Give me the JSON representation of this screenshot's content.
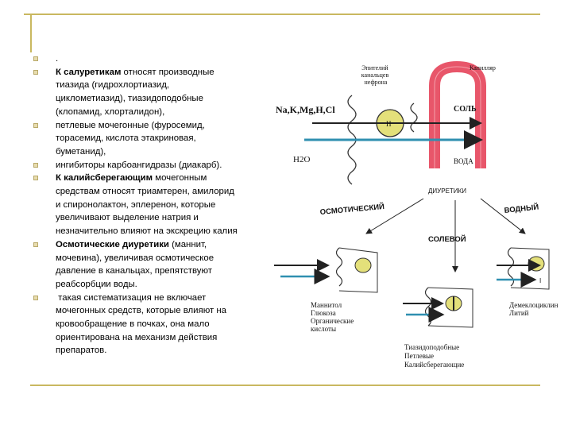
{
  "slide": {
    "items": [
      {
        "lines": [
          {
            "bold": "",
            "text": "."
          }
        ]
      },
      {
        "lines": [
          {
            "bold": "К салуретикам",
            "text": " относят производные"
          },
          {
            "bold": "",
            "text": "тиазида (гидрохлортиазид,"
          },
          {
            "bold": "",
            "text": "циклометиазид), тиазидоподобные"
          },
          {
            "bold": "",
            "text": "(клопамид, хлорталидон),"
          }
        ]
      },
      {
        "lines": [
          {
            "bold": "",
            "text": "петлевые мочегонные (фуросемид,"
          },
          {
            "bold": "",
            "text": "торасемид, кислота этакриновая,"
          },
          {
            "bold": "",
            "text": "буметанид),"
          }
        ]
      },
      {
        "lines": [
          {
            "bold": "",
            "text": "ингибиторы карбоангидразы (диакарб)."
          }
        ]
      },
      {
        "lines": [
          {
            "bold": "К калийсберегающим",
            "text": " мочегонным"
          },
          {
            "bold": "",
            "text": "средствам относят триамтерен, амилорид"
          },
          {
            "bold": "",
            "text": "и спиронолактон, эплеренон, которые"
          },
          {
            "bold": "",
            "text": "увеличивают выделение натрия и"
          },
          {
            "bold": "",
            "text": "незначительно влияют на экскрецию калия"
          }
        ]
      },
      {
        "lines": [
          {
            "bold": "Осмотические диуретики",
            "text": " (маннит,"
          },
          {
            "bold": "",
            "text": "мочевина), увеличивая осмотическое"
          },
          {
            "bold": "",
            "text": "давление в канальцах, препятствуют"
          },
          {
            "bold": "",
            "text": "реабсорбции воды."
          }
        ]
      },
      {
        "lines": [
          {
            "bold": "",
            "text": " такая систематизация не включает"
          },
          {
            "bold": "",
            "text": "мочегонных средств, которые влияют на"
          },
          {
            "bold": "",
            "text": "кровообращение в почках, она мало"
          },
          {
            "bold": "",
            "text": "ориентирована на механизм действия"
          },
          {
            "bold": "",
            "text": "препаратов."
          }
        ]
      }
    ]
  },
  "diagram": {
    "epithelium_label": [
      "Эпителий",
      "канальцев",
      "нефрона"
    ],
    "capillary_label": "Капилляр",
    "ions": "Na,K,Mg,H,Cl",
    "salt": "СОЛЬ",
    "water_left": "H2O",
    "water_right": "ВОДА",
    "cell_letter": "Н",
    "diuretics": "ДИУРЕТИКИ",
    "osmotic": "ОСМОТИЧЕСКИЙ",
    "aqueous": "ВОДНЫЙ",
    "saline": "СОЛЕВОЙ",
    "osmotic_agents": [
      "Маннитол",
      "Глюкоза",
      "Органические",
      "кислоты"
    ],
    "aqueous_agents": [
      "Демеклоциклин",
      "Литий"
    ],
    "saline_agents": [
      "Тиазидоподобные",
      "Петлевые",
      "Калийсберегающие"
    ],
    "i_label": "I"
  },
  "colors": {
    "accent_line": "#c9b860",
    "capillary": "#e8566a",
    "water_arrow": "#2f8fb0",
    "cell": "#e4e07a"
  }
}
